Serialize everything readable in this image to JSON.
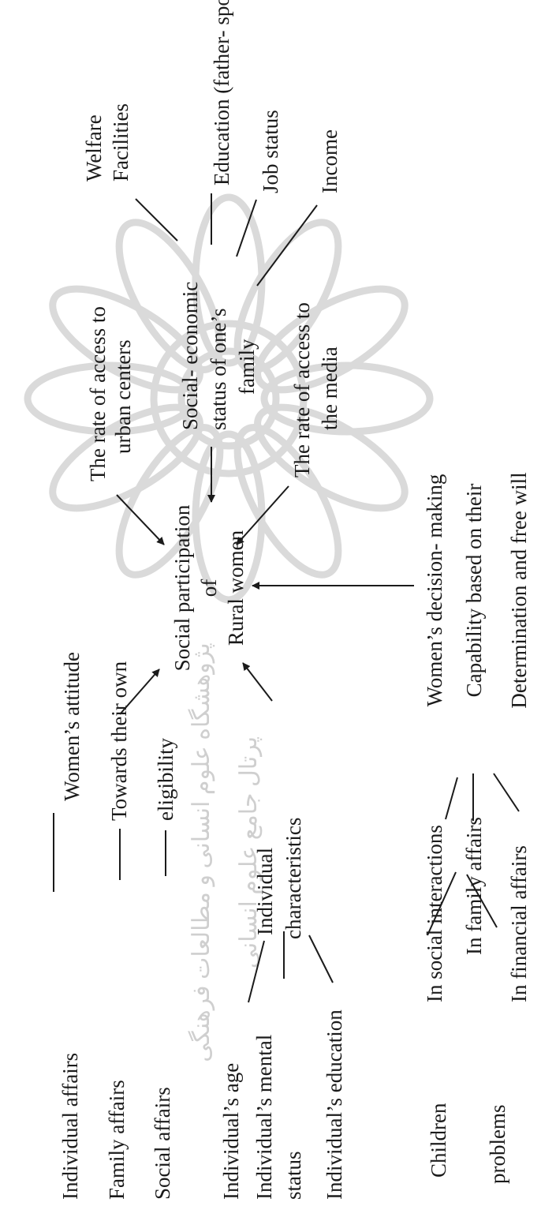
{
  "diagram": {
    "center": {
      "line1": "Social participation",
      "line2": "of",
      "line3": "Rural women"
    },
    "factors": {
      "attitude": {
        "line1": "Women’s attitude",
        "line2": "Towards their own",
        "line3": "eligibility",
        "items": [
          "Individual affairs",
          "Family affairs",
          "Social affairs"
        ]
      },
      "individual": {
        "line1": "Individual",
        "line2": "characteristics",
        "items": [
          "Individual’s age",
          "Individual’s mental",
          "status",
          "Individual’s education"
        ]
      },
      "decision": {
        "line1": "Women’s decision- making",
        "line2": "Capability based on their",
        "line3": "Determination and free will",
        "areas": [
          "In social interactions",
          "In family affairs",
          "In financial affairs"
        ],
        "items": [
          "Children",
          "problems"
        ]
      },
      "urban_access": {
        "line1": "The rate of access to",
        "line2": "urban centers"
      },
      "socio_economic": {
        "line1": "Social- economic",
        "line2": "status of one’s",
        "line3": "family",
        "items": [
          "Welfare",
          "Facilities",
          "Education (father- spouse)",
          "Job status",
          "Income"
        ]
      },
      "media_access": {
        "line1": "The rate of access to",
        "line2": "the media"
      }
    },
    "watermark": {
      "line1": "پژوهشگاه علوم انسانی و مطالعات فرهنگی",
      "line2": "پرتال جامع علوم انسانی"
    }
  }
}
